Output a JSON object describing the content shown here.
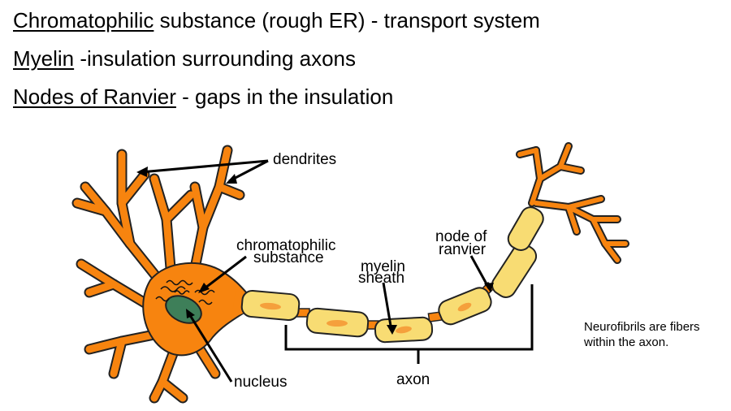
{
  "heading_lines": [
    {
      "term": "Chromatophilic",
      "rest": " substance (rough ER) - transport system"
    },
    {
      "term": "Myelin",
      "rest": " -insulation surrounding axons"
    },
    {
      "term": "Nodes of Ranvier",
      "rest": " - gaps in the insulation"
    }
  ],
  "diagram": {
    "labels": {
      "dendrites": "dendrites",
      "chromatophilic_1": "chromatophilic",
      "chromatophilic_2": "substance",
      "myelin_1": "myelin",
      "myelin_2": "sheath",
      "node_1": "node of",
      "node_2": "ranvier",
      "nucleus": "nucleus",
      "axon": "axon"
    },
    "colors": {
      "cell_body": "#F7840F",
      "cell_outline": "#222222",
      "myelin": "#F8DC73",
      "myelin_inner": "#F5A03C",
      "nucleus": "#3E7F59"
    }
  },
  "note": "Neurofibrils are fibers within the axon."
}
